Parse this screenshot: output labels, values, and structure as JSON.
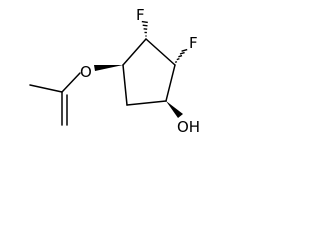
{
  "molecule": {
    "atoms": {
      "f_upper": "F",
      "f_right": "F",
      "oxygen_ester": "O",
      "hydroxyl": "OH"
    },
    "colors": {
      "bond": "#000000",
      "label": "#000000",
      "background": "#ffffff"
    }
  }
}
